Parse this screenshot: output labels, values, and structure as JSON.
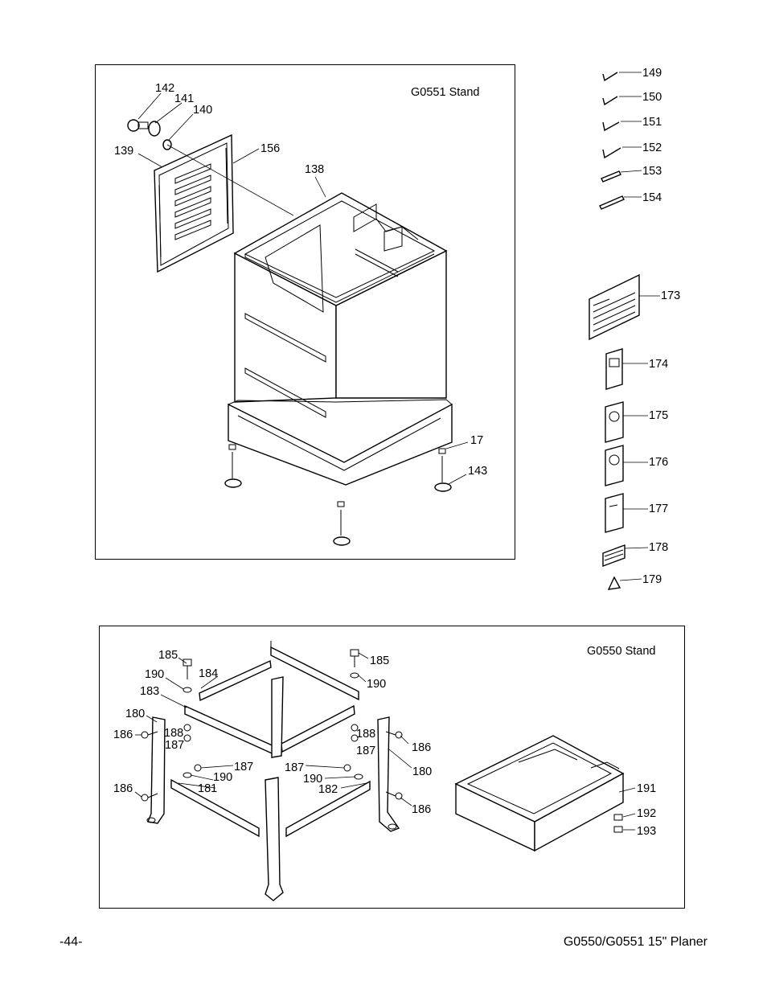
{
  "page": {
    "page_number": "-44-",
    "manual_title": "G0550/G0551 15\" Planer"
  },
  "diagrams": {
    "g0551": {
      "title": "G0551 Stand",
      "labels": {
        "p142": "142",
        "p141": "141",
        "p140": "140",
        "p139": "139",
        "p156": "156",
        "p138": "138",
        "p17": "17",
        "p143": "143"
      }
    },
    "g0550": {
      "title": "G0550 Stand",
      "labels": {
        "p185a": "185",
        "p185b": "185",
        "p184": "184",
        "p190a": "190",
        "p190b": "190",
        "p190c": "190",
        "p190d": "190",
        "p183": "183",
        "p180a": "180",
        "p180b": "180",
        "p186a": "186",
        "p186b": "186",
        "p186c": "186",
        "p186d": "186",
        "p188a": "188",
        "p188b": "188",
        "p187a": "187",
        "p187b": "187",
        "p187c": "187",
        "p187d": "187",
        "p181": "181",
        "p182": "182",
        "p191": "191",
        "p192": "192",
        "p193": "193"
      }
    },
    "tools": {
      "labels": {
        "p149": "149",
        "p150": "150",
        "p151": "151",
        "p152": "152",
        "p153": "153",
        "p154": "154"
      }
    },
    "decals": {
      "labels": {
        "p173": "173",
        "p174": "174",
        "p175": "175",
        "p176": "176",
        "p177": "177",
        "p178": "178",
        "p179": "179"
      }
    }
  }
}
